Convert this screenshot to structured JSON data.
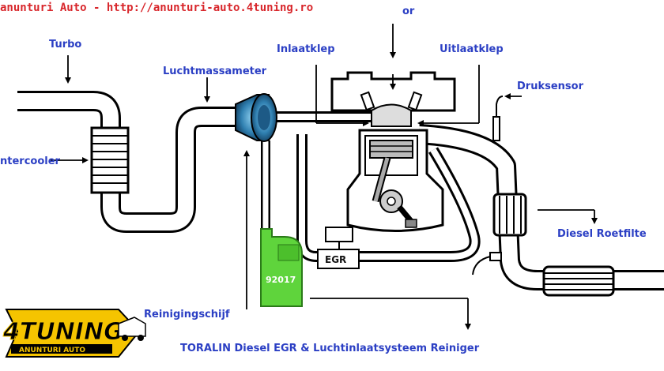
{
  "watermark": "anunturi Auto - http://anunturi-auto.4tuning.ro",
  "labels": {
    "turbo": "Turbo",
    "intercooler": "ntercooler",
    "luchtmassameter": "Luchtmassameter",
    "inlaatklep": "Inlaatklep",
    "injector": "or",
    "uitlaatklep": "Uitlaatklep",
    "druksensor": "Druksensor",
    "diesel_roetfilter": "Diesel Roetfilte",
    "reinigingschijf": "Reinigingschijf",
    "egr": "EGR",
    "bottle_code": "92017",
    "caption": "TORALIN Diesel EGR & Luchtinlaatsysteem Reiniger"
  },
  "logo": {
    "brand": "4TUNING",
    "tagline": "ANUNTURI AUTO"
  },
  "colors": {
    "label_blue": "#2b3fc4",
    "watermark_red": "#d8262b",
    "bottle_green": "#5fd43c",
    "meter_blue": "#2f7fb0",
    "logo_yellow": "#f5c400"
  }
}
